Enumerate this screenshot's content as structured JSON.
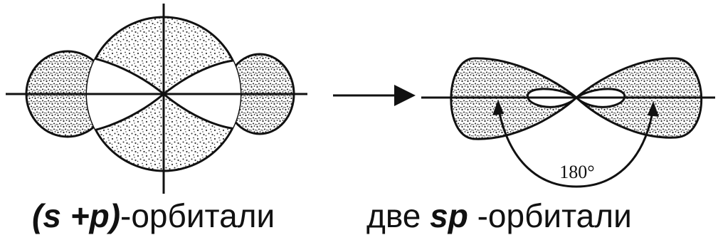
{
  "left_caption": {
    "open": "(",
    "s": "s",
    "plus": " +",
    "p": "p",
    "close": ")",
    "rest": "-орбитали"
  },
  "right_caption": {
    "prefix": "две ",
    "sp": "sp",
    "rest": " -орбитали"
  },
  "angle_label": "180°",
  "colors": {
    "ink": "#111111",
    "background": "#ffffff"
  }
}
